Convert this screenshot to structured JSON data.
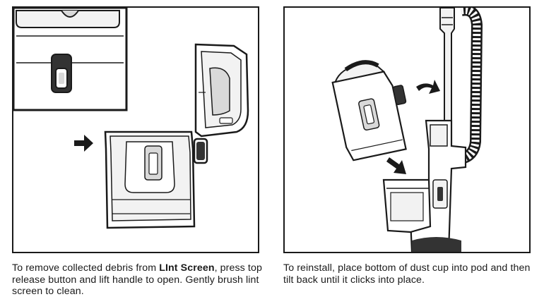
{
  "captions": {
    "left": {
      "before": "To remove collected debris from ",
      "bold": "LInt Screen",
      "after": ", press top release button and lift handle to open. Gently brush lint screen to clean."
    },
    "right": {
      "text": "To reinstall, place bottom of dust cup into pod and then tilt back until it clicks into place."
    }
  },
  "colors": {
    "line": "#1a1a1a",
    "fill_light": "#f2f2f2",
    "fill_mid": "#d9d9d9",
    "fill_dark": "#333333"
  }
}
